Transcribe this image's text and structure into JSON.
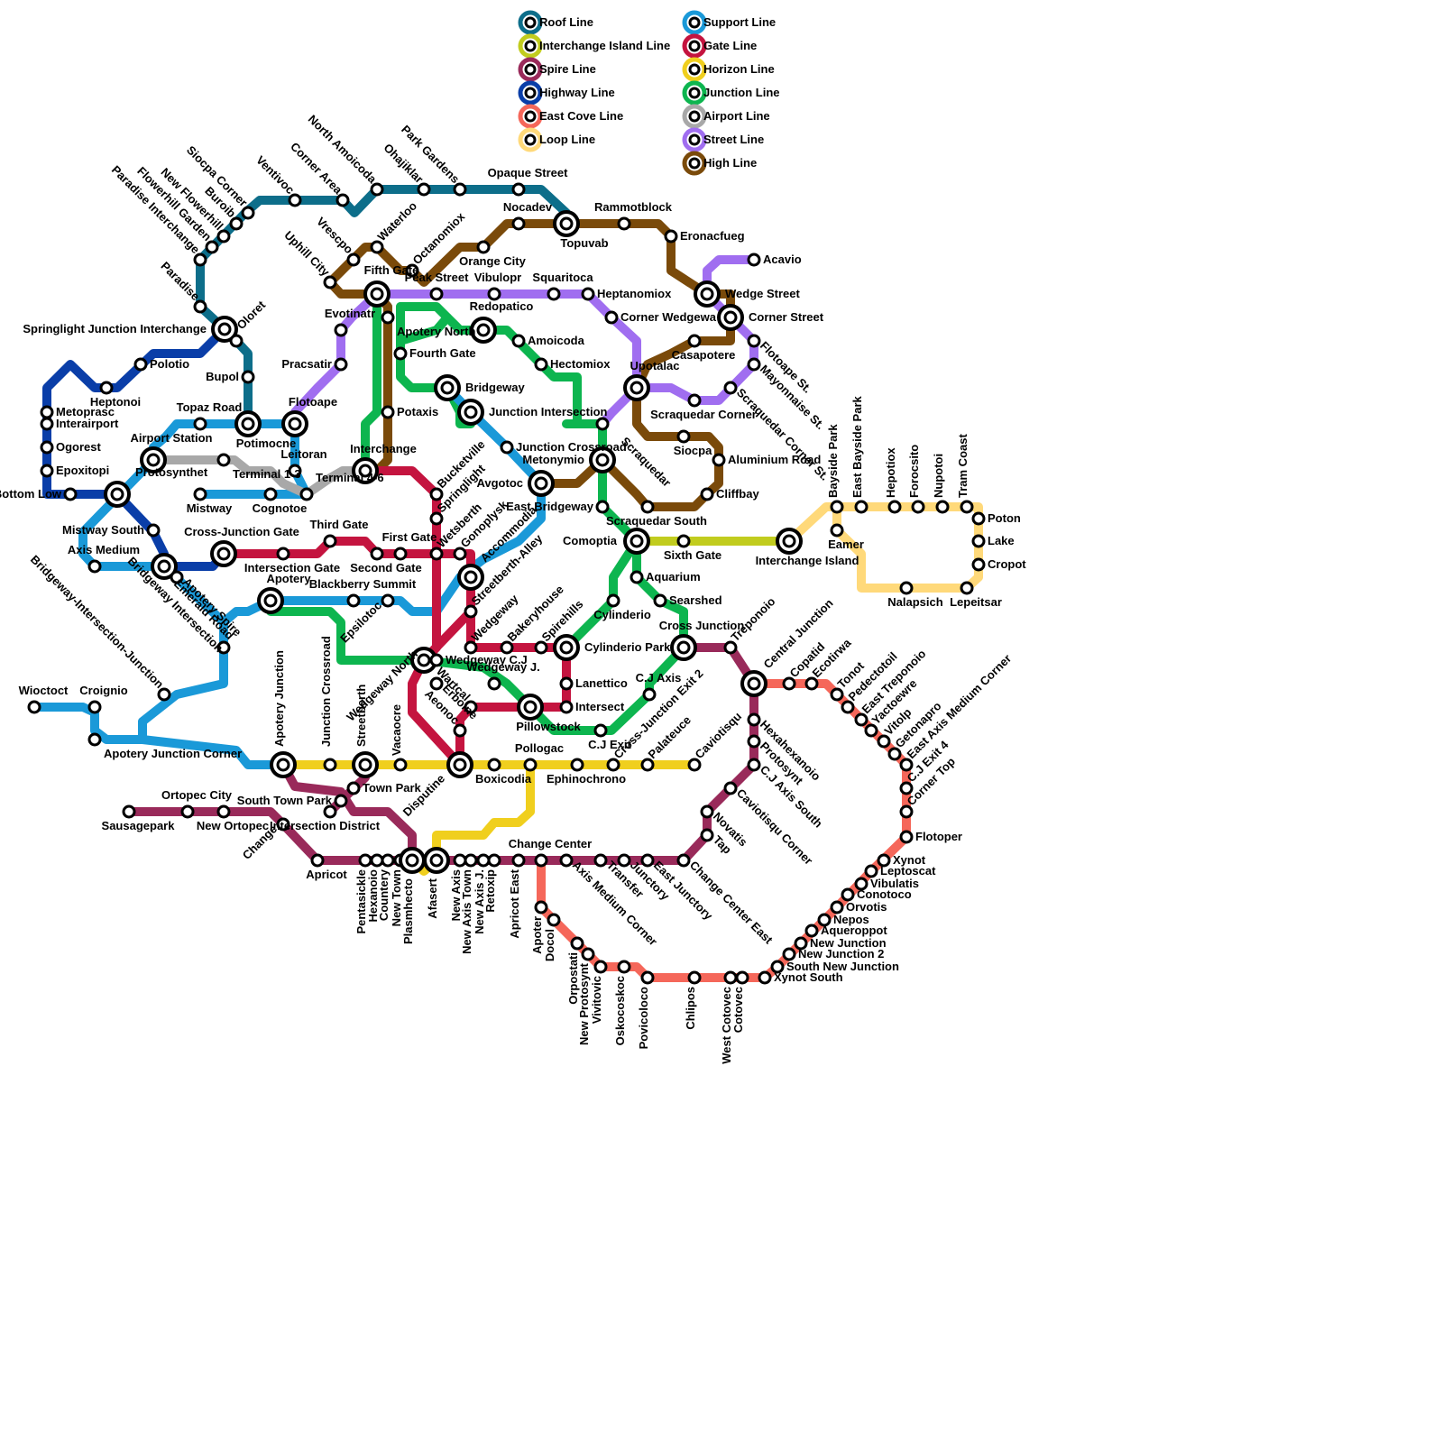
{
  "legend": [
    {
      "name": "Roof Line",
      "color": "#0d6e8a"
    },
    {
      "name": "Interchange Island Line",
      "color": "#c1cc1e"
    },
    {
      "name": "Spire Line",
      "color": "#992a5a"
    },
    {
      "name": "Highway Line",
      "color": "#0a3ea8"
    },
    {
      "name": "East Cove Line",
      "color": "#f5675a"
    },
    {
      "name": "Loop Line",
      "color": "#ffd97a"
    },
    {
      "name": "Support Line",
      "color": "#1a99d8"
    },
    {
      "name": "Gate Line",
      "color": "#c4143f"
    },
    {
      "name": "Horizon Line",
      "color": "#f0cf1e"
    },
    {
      "name": "Junction Line",
      "color": "#0db54f"
    },
    {
      "name": "Airport Line",
      "color": "#a8a8a8"
    },
    {
      "name": "Street Line",
      "color": "#a06ef0"
    },
    {
      "name": "High Line",
      "color": "#7a4a0a"
    }
  ],
  "stations": [
    {
      "name": "Springlight Junction Interchange",
      "interchange": true
    },
    {
      "name": "Oloret"
    },
    {
      "name": "Paradise"
    },
    {
      "name": "Paradise Interchange"
    },
    {
      "name": "Flowerhill Garden"
    },
    {
      "name": "New Flowerhill"
    },
    {
      "name": "Buroib"
    },
    {
      "name": "Siocpa Corner"
    },
    {
      "name": "Ventivoc"
    },
    {
      "name": "Corner Area"
    },
    {
      "name": "North Amoicoda"
    },
    {
      "name": "Ohajiklar"
    },
    {
      "name": "Park Gardens"
    },
    {
      "name": "Opaque Street"
    },
    {
      "name": "Topuvab",
      "interchange": true
    },
    {
      "name": "Nocadev"
    },
    {
      "name": "Rammotblock"
    },
    {
      "name": "Eronacfueg"
    },
    {
      "name": "Wedge Street",
      "interchange": true
    },
    {
      "name": "Corner Street",
      "interchange": true
    },
    {
      "name": "Acavio"
    },
    {
      "name": "Waterloo"
    },
    {
      "name": "Vrescpo"
    },
    {
      "name": "Uphill City"
    },
    {
      "name": "Octanomiox"
    },
    {
      "name": "Orange City"
    },
    {
      "name": "Fifth Gate",
      "interchange": true
    },
    {
      "name": "Peak Street"
    },
    {
      "name": "Vibulopr"
    },
    {
      "name": "Squaritoca"
    },
    {
      "name": "Heptanomiox"
    },
    {
      "name": "Corner Wedgewa"
    },
    {
      "name": "Evotinatr"
    },
    {
      "name": "Apotery North"
    },
    {
      "name": "Redopatico",
      "interchange": true
    },
    {
      "name": "Amoicoda"
    },
    {
      "name": "Hectomiox"
    },
    {
      "name": "Fourth Gate"
    },
    {
      "name": "Pracsatir"
    },
    {
      "name": "Bridgeway",
      "interchange": true
    },
    {
      "name": "Potaxis"
    },
    {
      "name": "Junction Intersection",
      "interchange": true
    },
    {
      "name": "Upotalac",
      "interchange": true
    },
    {
      "name": "Casapotere"
    },
    {
      "name": "Flotoape St."
    },
    {
      "name": "Mayonnaise St."
    },
    {
      "name": "Scraquedar Corner St."
    },
    {
      "name": "Scraquedar Corner"
    },
    {
      "name": "Polotio"
    },
    {
      "name": "Heptonoi"
    },
    {
      "name": "Metoprasc"
    },
    {
      "name": "Interairport"
    },
    {
      "name": "Ogorest"
    },
    {
      "name": "Epoxitopi"
    },
    {
      "name": "Bottom Low"
    },
    {
      "name": "Bupol"
    },
    {
      "name": "Topaz Road"
    },
    {
      "name": "Potimocne",
      "interchange": true
    },
    {
      "name": "Flotoape",
      "interchange": true
    },
    {
      "name": "Airport Station",
      "interchange": true
    },
    {
      "name": "Protosynthet",
      "interchange": true
    },
    {
      "name": "Terminal 1-3"
    },
    {
      "name": "Leitoran"
    },
    {
      "name": "Terminal 4-6"
    },
    {
      "name": "Interchange",
      "interchange": true
    },
    {
      "name": "Mistway"
    },
    {
      "name": "Cognotoe"
    },
    {
      "name": "Junction Crossroad"
    },
    {
      "name": "Metonymio",
      "interchange": true
    },
    {
      "name": "Siocpa"
    },
    {
      "name": "Aluminium Road"
    },
    {
      "name": "Cliffbay"
    },
    {
      "name": "Scraquedar"
    },
    {
      "name": "Bucketville"
    },
    {
      "name": "Springlight"
    },
    {
      "name": "Avgotoc",
      "interchange": true
    },
    {
      "name": "East Bridgeway"
    },
    {
      "name": "Scraquedar South"
    },
    {
      "name": "Mistway South"
    },
    {
      "name": "Axis Medium"
    },
    {
      "name": "Emerald Road",
      "interchange": true
    },
    {
      "name": "Cross-Junction Gate",
      "interchange": true
    },
    {
      "name": "Third Gate"
    },
    {
      "name": "First Gate"
    },
    {
      "name": "Intersection Gate"
    },
    {
      "name": "Second Gate"
    },
    {
      "name": "Wetsberth"
    },
    {
      "name": "Gonoplysk"
    },
    {
      "name": "Accommodia",
      "interchange": true
    },
    {
      "name": "Comoptia",
      "interchange": true
    },
    {
      "name": "Sixth Gate"
    },
    {
      "name": "Interchange Island",
      "interchange": true
    },
    {
      "name": "Streetberth-Alley"
    },
    {
      "name": "Apotery",
      "interchange": true
    },
    {
      "name": "Blackberry Summit"
    },
    {
      "name": "Epsilotoc"
    },
    {
      "name": "Aquarium"
    },
    {
      "name": "Searshed"
    },
    {
      "name": "Cylinderio"
    },
    {
      "name": "Apotery Spire"
    },
    {
      "name": "Bridgeway Intersection"
    },
    {
      "name": "Bridgeway-Intersection-Junction"
    },
    {
      "name": "Wedgeway"
    },
    {
      "name": "Bakeryhouse"
    },
    {
      "name": "Spirehills"
    },
    {
      "name": "Cylinderio Park",
      "interchange": true
    },
    {
      "name": "Cross Junction",
      "interchange": true
    },
    {
      "name": "Treponoio"
    },
    {
      "name": "Central Junction",
      "interchange": true
    },
    {
      "name": "Wedgeway North",
      "interchange": true
    },
    {
      "name": "Wedgeway C.J"
    },
    {
      "name": "Wedgeway J."
    },
    {
      "name": "Lanettico"
    },
    {
      "name": "C.J Axis"
    },
    {
      "name": "Erboine"
    },
    {
      "name": "Wartcal"
    },
    {
      "name": "Intersect"
    },
    {
      "name": "Pillowstock",
      "interchange": true
    },
    {
      "name": "Aeonoc"
    },
    {
      "name": "C.J Exit"
    },
    {
      "name": "Cross-Junction Exit 2"
    },
    {
      "name": "Wioctoct"
    },
    {
      "name": "Croignio"
    },
    {
      "name": "Apotery Junction Corner"
    },
    {
      "name": "Apotery Junction",
      "interchange": true
    },
    {
      "name": "Junction Crossroad"
    },
    {
      "name": "Streetberth",
      "interchange": true
    },
    {
      "name": "Vacaocre"
    },
    {
      "name": "Disputine",
      "interchange": true
    },
    {
      "name": "Pollogac"
    },
    {
      "name": "Boxicodia"
    },
    {
      "name": "Ephinochrono"
    },
    {
      "name": "Palateuce"
    },
    {
      "name": "Caviotisqu"
    },
    {
      "name": "Town Park"
    },
    {
      "name": "South Town Park"
    },
    {
      "name": "Ortopec City"
    },
    {
      "name": "Sausagepark"
    },
    {
      "name": "New Ortopec"
    },
    {
      "name": "Intersection District"
    },
    {
      "name": "Change"
    },
    {
      "name": "Apricot"
    },
    {
      "name": "Pentasickle"
    },
    {
      "name": "Hexanoio"
    },
    {
      "name": "Countery"
    },
    {
      "name": "New Town"
    },
    {
      "name": "Plasmhecto",
      "interchange": true
    },
    {
      "name": "Afasert",
      "interchange": true
    },
    {
      "name": "New Axis"
    },
    {
      "name": "New Axis Town"
    },
    {
      "name": "New Axis J."
    },
    {
      "name": "Retoxip"
    },
    {
      "name": "Apricot East"
    },
    {
      "name": "Change Center"
    },
    {
      "name": "Axis Medium Corner"
    },
    {
      "name": "Transfer"
    },
    {
      "name": "Junctory"
    },
    {
      "name": "East Junctory"
    },
    {
      "name": "Change Center East"
    },
    {
      "name": "Novatis"
    },
    {
      "name": "Tap"
    },
    {
      "name": "Caviotisqu Corner"
    },
    {
      "name": "C.J Axis South"
    },
    {
      "name": "Protosynt"
    },
    {
      "name": "Hexahexanoio"
    },
    {
      "name": "Copatid"
    },
    {
      "name": "Ecotirwa"
    },
    {
      "name": "Tonot"
    },
    {
      "name": "Pedectotoil"
    },
    {
      "name": "East Treponoio"
    },
    {
      "name": "Yactoewre"
    },
    {
      "name": "Vitolp"
    },
    {
      "name": "Getonapro"
    },
    {
      "name": "East Axis Medium Corner"
    },
    {
      "name": "C.J Exit 4"
    },
    {
      "name": "Corner Top"
    },
    {
      "name": "Flotoper"
    },
    {
      "name": "Xynot"
    },
    {
      "name": "Leptoscat"
    },
    {
      "name": "Vibulatis"
    },
    {
      "name": "Conotoco"
    },
    {
      "name": "Orvotis"
    },
    {
      "name": "Nepos"
    },
    {
      "name": "Aqueroppot"
    },
    {
      "name": "New Junction"
    },
    {
      "name": "New Junction 2"
    },
    {
      "name": "South New Junction"
    },
    {
      "name": "Xynot South"
    },
    {
      "name": "Apoter"
    },
    {
      "name": "Docol"
    },
    {
      "name": "Orpostati"
    },
    {
      "name": "New Protosynt"
    },
    {
      "name": "Vivitovic"
    },
    {
      "name": "Oskocoskoc"
    },
    {
      "name": "Povicoloco"
    },
    {
      "name": "Chlipos"
    },
    {
      "name": "West Cotovec"
    },
    {
      "name": "Cotovec"
    },
    {
      "name": "Bayside Park"
    },
    {
      "name": "East Bayside Park"
    },
    {
      "name": "Hepotiox"
    },
    {
      "name": "Forocsito"
    },
    {
      "name": "Nupotoi"
    },
    {
      "name": "Tram Coast"
    },
    {
      "name": "Poton"
    },
    {
      "name": "Lake"
    },
    {
      "name": "Cropot"
    },
    {
      "name": "Eamer"
    },
    {
      "name": "Nalapsich"
    },
    {
      "name": "Lepeitsar"
    }
  ]
}
